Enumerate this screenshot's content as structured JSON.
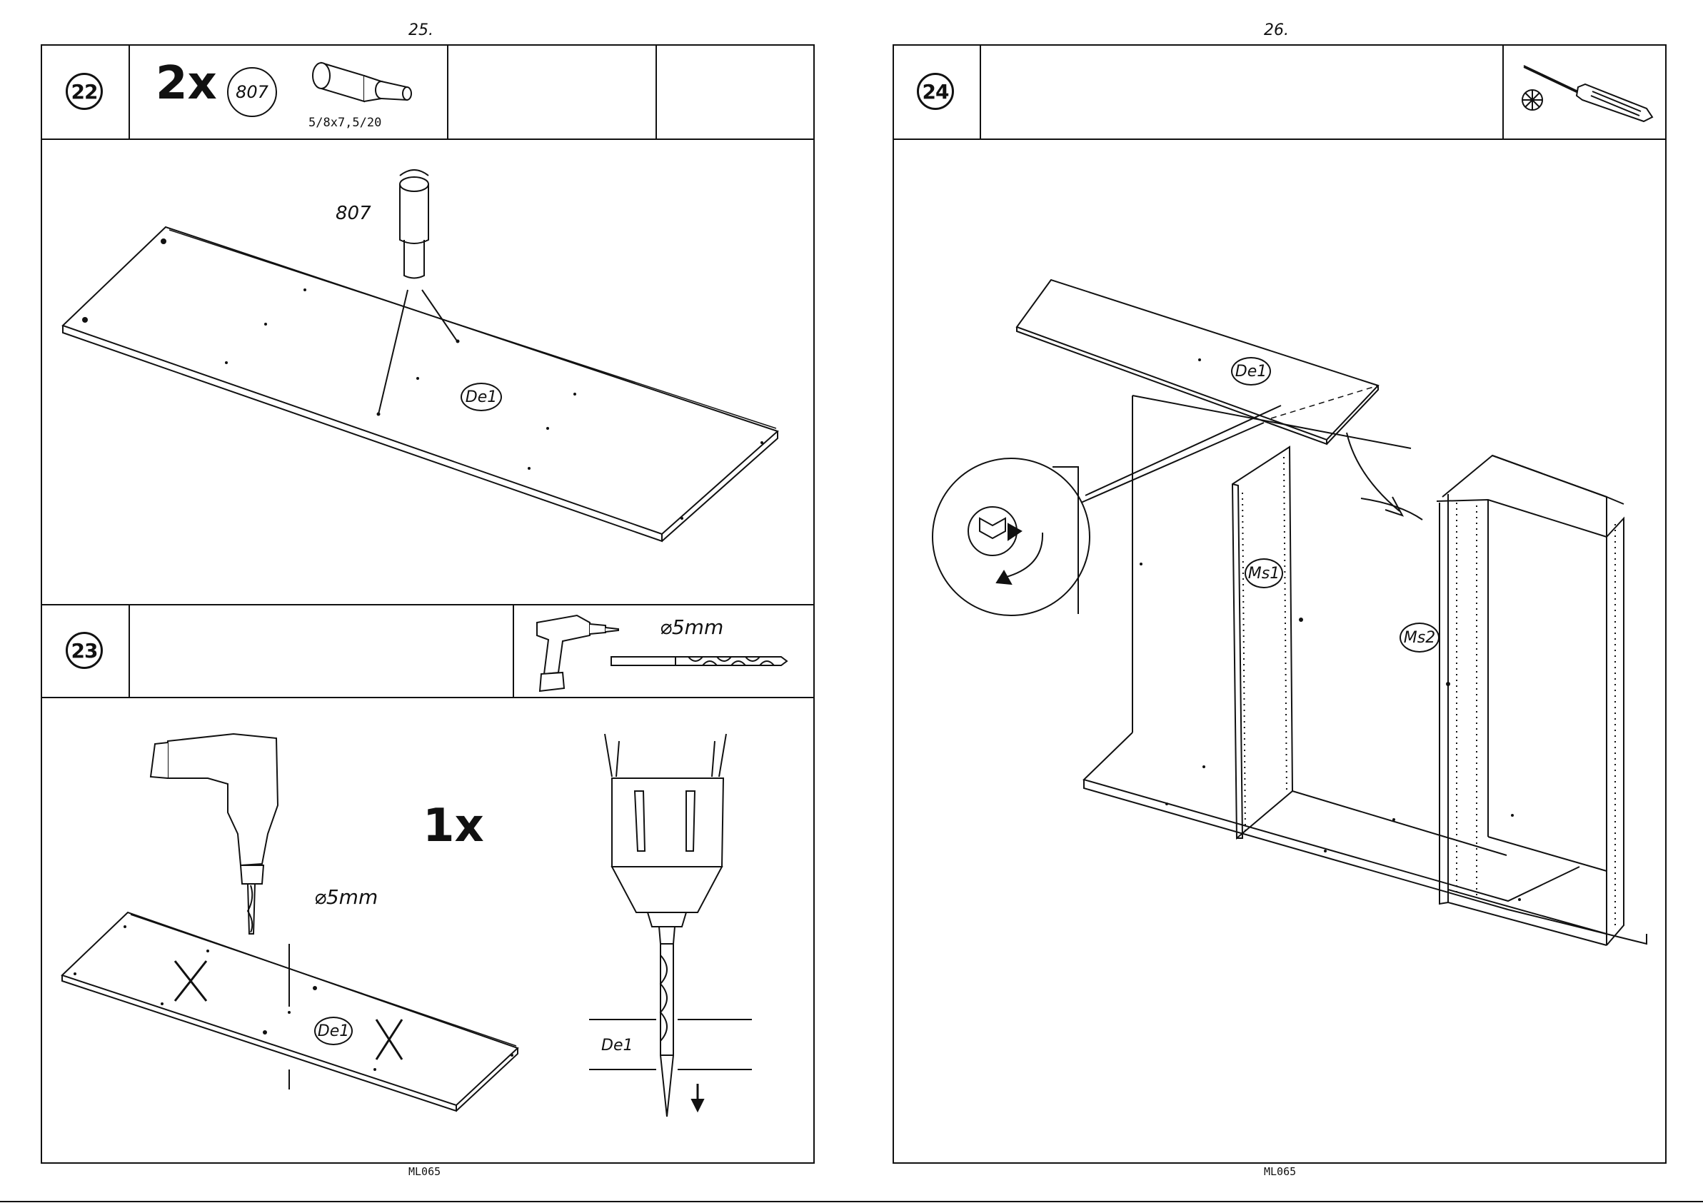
{
  "left_page": {
    "page_number": "25.",
    "footer_code": "ML065",
    "step22": {
      "number": "22",
      "quantity": "2x",
      "part_code": "807",
      "part_dimension": "5/8x7,5/20",
      "callout_part": "807",
      "panel_label": "De1"
    },
    "step23": {
      "number": "23",
      "tool_drill_size": "⌀5mm",
      "drill_size_label": "⌀5mm",
      "quantity": "1x",
      "panel_label": "De1",
      "detail_panel_label": "De1"
    }
  },
  "right_page": {
    "page_number": "26.",
    "footer_code": "ML065",
    "step24": {
      "number": "24",
      "top_panel_label": "De1",
      "side_panel_1_label": "Ms1",
      "side_panel_2_label": "Ms2",
      "tool": "screwdriver-icon"
    }
  }
}
